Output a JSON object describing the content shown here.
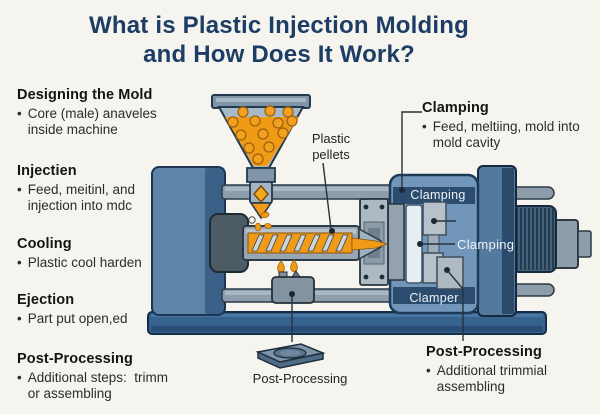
{
  "title": {
    "line1": "What is Plastic Injection Molding",
    "line2": "and How Does It Work?"
  },
  "glyphs": {
    "bullet": "•"
  },
  "left_sections": [
    {
      "heading": "Designing the Mold",
      "bullets": [
        "Core (male) anaveles inside machine"
      ]
    },
    {
      "heading": "Injectien",
      "bullets": [
        "Feed, meitinl, and injection into mdc"
      ]
    },
    {
      "heading": "Cooling",
      "bullets": [
        "Plastic cool harden"
      ]
    },
    {
      "heading": "Ejection",
      "bullets": [
        "Part put open,ed"
      ]
    },
    {
      "heading": "Post-Processing",
      "bullets": [
        "Additional steps:  trimm or assembling"
      ]
    }
  ],
  "right_sections": [
    {
      "heading": "Clamping",
      "bullets": [
        "Feed, meltiing, mold into mold cavity"
      ]
    },
    {
      "heading": "Post-Processing",
      "bullets": [
        "Additional trimmial assembling"
      ]
    }
  ],
  "machine_labels": {
    "plastic_pellets": "Plastic pellets",
    "clamping_top": "Clamping",
    "clamping_mid": "Clamping",
    "clamper": "Clamper",
    "post_processing": "Post-Processing"
  },
  "colors": {
    "background": "#f5f4ee",
    "title_navy": "#1d3c66",
    "machine_blue": "#5d84a9",
    "clamp_blue": "#7296ba",
    "band_navy": "#2c4c6f",
    "orange": "#f09a18",
    "steel_gray": "#97a6b2",
    "label_white": "#eef3f7",
    "text_dark": "#141414"
  }
}
